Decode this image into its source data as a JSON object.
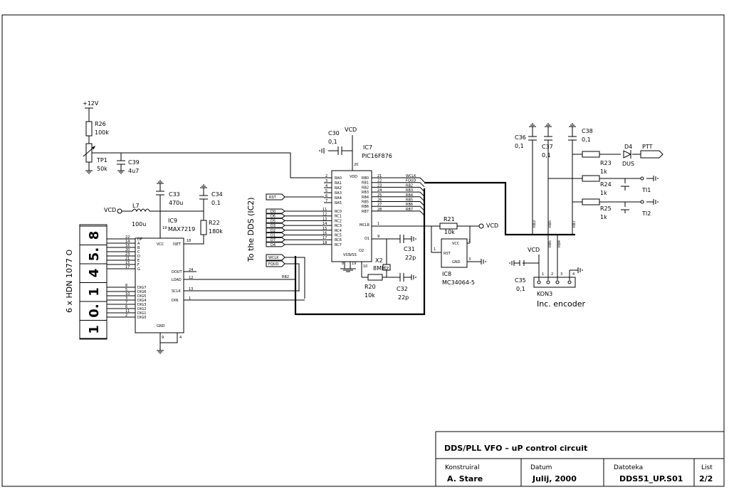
{
  "power": {
    "v12": "+12V",
    "vcd": "VCD"
  },
  "components": {
    "r26": {
      "ref": "R26",
      "value": "100k"
    },
    "tp1": {
      "ref": "TP1",
      "value": "50k"
    },
    "c39": {
      "ref": "C39",
      "value": "4u7"
    },
    "c30": {
      "ref": "C30",
      "value": "0,1"
    },
    "ic7": {
      "ref": "IC7",
      "value": "PIC16F876"
    },
    "c33": {
      "ref": "C33",
      "value": "470u"
    },
    "c34": {
      "ref": "C34",
      "value": "0.1"
    },
    "l7": {
      "ref": "L7",
      "value": "100u"
    },
    "ic9": {
      "ref": "IC9",
      "value": "MAX7219"
    },
    "r22": {
      "ref": "R22",
      "value": "180k"
    },
    "r21": {
      "ref": "R21",
      "value": "10k"
    },
    "c31": {
      "ref": "C31",
      "value": "22p"
    },
    "x2": {
      "ref": "X2",
      "value": "8MHz"
    },
    "r20": {
      "ref": "R20",
      "value": "10k"
    },
    "c32": {
      "ref": "C32",
      "value": "22p"
    },
    "ic8": {
      "ref": "IC8",
      "value": "MC34064-5"
    },
    "c36": {
      "ref": "C36",
      "value": "0,1"
    },
    "c37": {
      "ref": "C37",
      "value": "0,1"
    },
    "c38": {
      "ref": "C38",
      "value": "0,1"
    },
    "d4": {
      "ref": "D4",
      "value": "DUS"
    },
    "r23": {
      "ref": "R23",
      "value": "1k"
    },
    "r24": {
      "ref": "R24",
      "value": "1k"
    },
    "r25": {
      "ref": "R25",
      "value": "1k"
    },
    "c35": {
      "ref": "C35",
      "value": "0,1"
    },
    "kon3": {
      "ref": "KON3",
      "value": "Inc. encoder"
    }
  },
  "nets": {
    "ptt": "PTT",
    "ti1": "TI1",
    "ti2": "TI2",
    "rst": "RST",
    "wclk": "WCLK",
    "fqud": "FQUD",
    "rb2": "RB2",
    "rb3": "RB3",
    "rb4": "RB4",
    "rb5": "RB5",
    "rb7": "RB7",
    "mclr": "MCLR",
    "dds_note": "To the DDS (IC2)"
  },
  "pins": {
    "pic_left": [
      "RA0",
      "RA1",
      "RA2",
      "RA3",
      "RA4",
      "RA5"
    ],
    "pic_left_nums": [
      "2",
      "3",
      "4",
      "5",
      "6",
      "7"
    ],
    "pic_rc": [
      "RC0",
      "RC1",
      "RC2",
      "RC3",
      "RC4",
      "RC5",
      "RC6",
      "RC7"
    ],
    "pic_rc_nums": [
      "11",
      "12",
      "13",
      "14",
      "15",
      "16",
      "17",
      "18"
    ],
    "pic_rb": [
      "RB0",
      "RB1",
      "RB2",
      "RB3",
      "RB4",
      "RB5",
      "RB6",
      "RB7"
    ],
    "pic_rb_nums": [
      "21",
      "22",
      "23",
      "24",
      "25",
      "26",
      "27",
      "28"
    ],
    "rb_out": [
      "WCLK",
      "FQUD",
      "RB2",
      "RB3",
      "RB4",
      "RB5",
      "RB6",
      "RB7"
    ],
    "dds_bus": [
      "D0",
      "D6",
      "D5",
      "D3",
      "D2",
      "D1",
      "D7",
      "D4"
    ],
    "max_seg": [
      "DP",
      "A",
      "B",
      "C",
      "D",
      "E",
      "F",
      "G"
    ],
    "max_seg_nums": [
      "22",
      "14",
      "16",
      "20",
      "23",
      "21",
      "15",
      "17"
    ],
    "max_dig": [
      "DIG7",
      "DIG6",
      "DIG5",
      "DIG4",
      "DIG3",
      "DIG2",
      "DIG1",
      "DIG0"
    ],
    "max_dig_nums": [
      "8",
      "5",
      "10",
      "3",
      "7",
      "6",
      "11",
      "2"
    ],
    "max_right": [
      "DOUT",
      "LOAD",
      "SCLK",
      "DIN"
    ],
    "max_right_nums": [
      "24",
      "12",
      "13",
      "1"
    ],
    "iset": "ISET",
    "iset_num": "18",
    "vcc": "VCC",
    "gnd": "GND",
    "num_9": "9",
    "num_4": "4",
    "num_19": "19",
    "pic_vdd": "VDD",
    "pic_vss": "VSS",
    "osc1": "O1",
    "osc2": "O2",
    "n_20": "20",
    "n_8": "8",
    "n_19": "19",
    "n_9": "9",
    "n_10": "10",
    "n_1": "1",
    "ic8_rst": "RST",
    "ic8_vcc": "VCC",
    "ic8_gnd": "GND",
    "ic8_n1": "1",
    "ic8_n2": "2",
    "ic8_n3": "3",
    "kon_pins": [
      "1",
      "2",
      "3",
      "4"
    ]
  },
  "display": {
    "digits": [
      "8",
      "5.",
      "4",
      "1",
      "0.",
      "1"
    ],
    "label": "6 x HDN 1077 O"
  },
  "title_block": {
    "title": "DDS/PLL VFO – uP control circuit",
    "designer_label": "Konstruiral",
    "designer": "A. Stare",
    "date_label": "Datum",
    "date": "Julij, 2000",
    "file_label": "Datoteka",
    "file": "DDS51_UP.S01",
    "sheet_label": "List",
    "sheet": "2/2"
  }
}
